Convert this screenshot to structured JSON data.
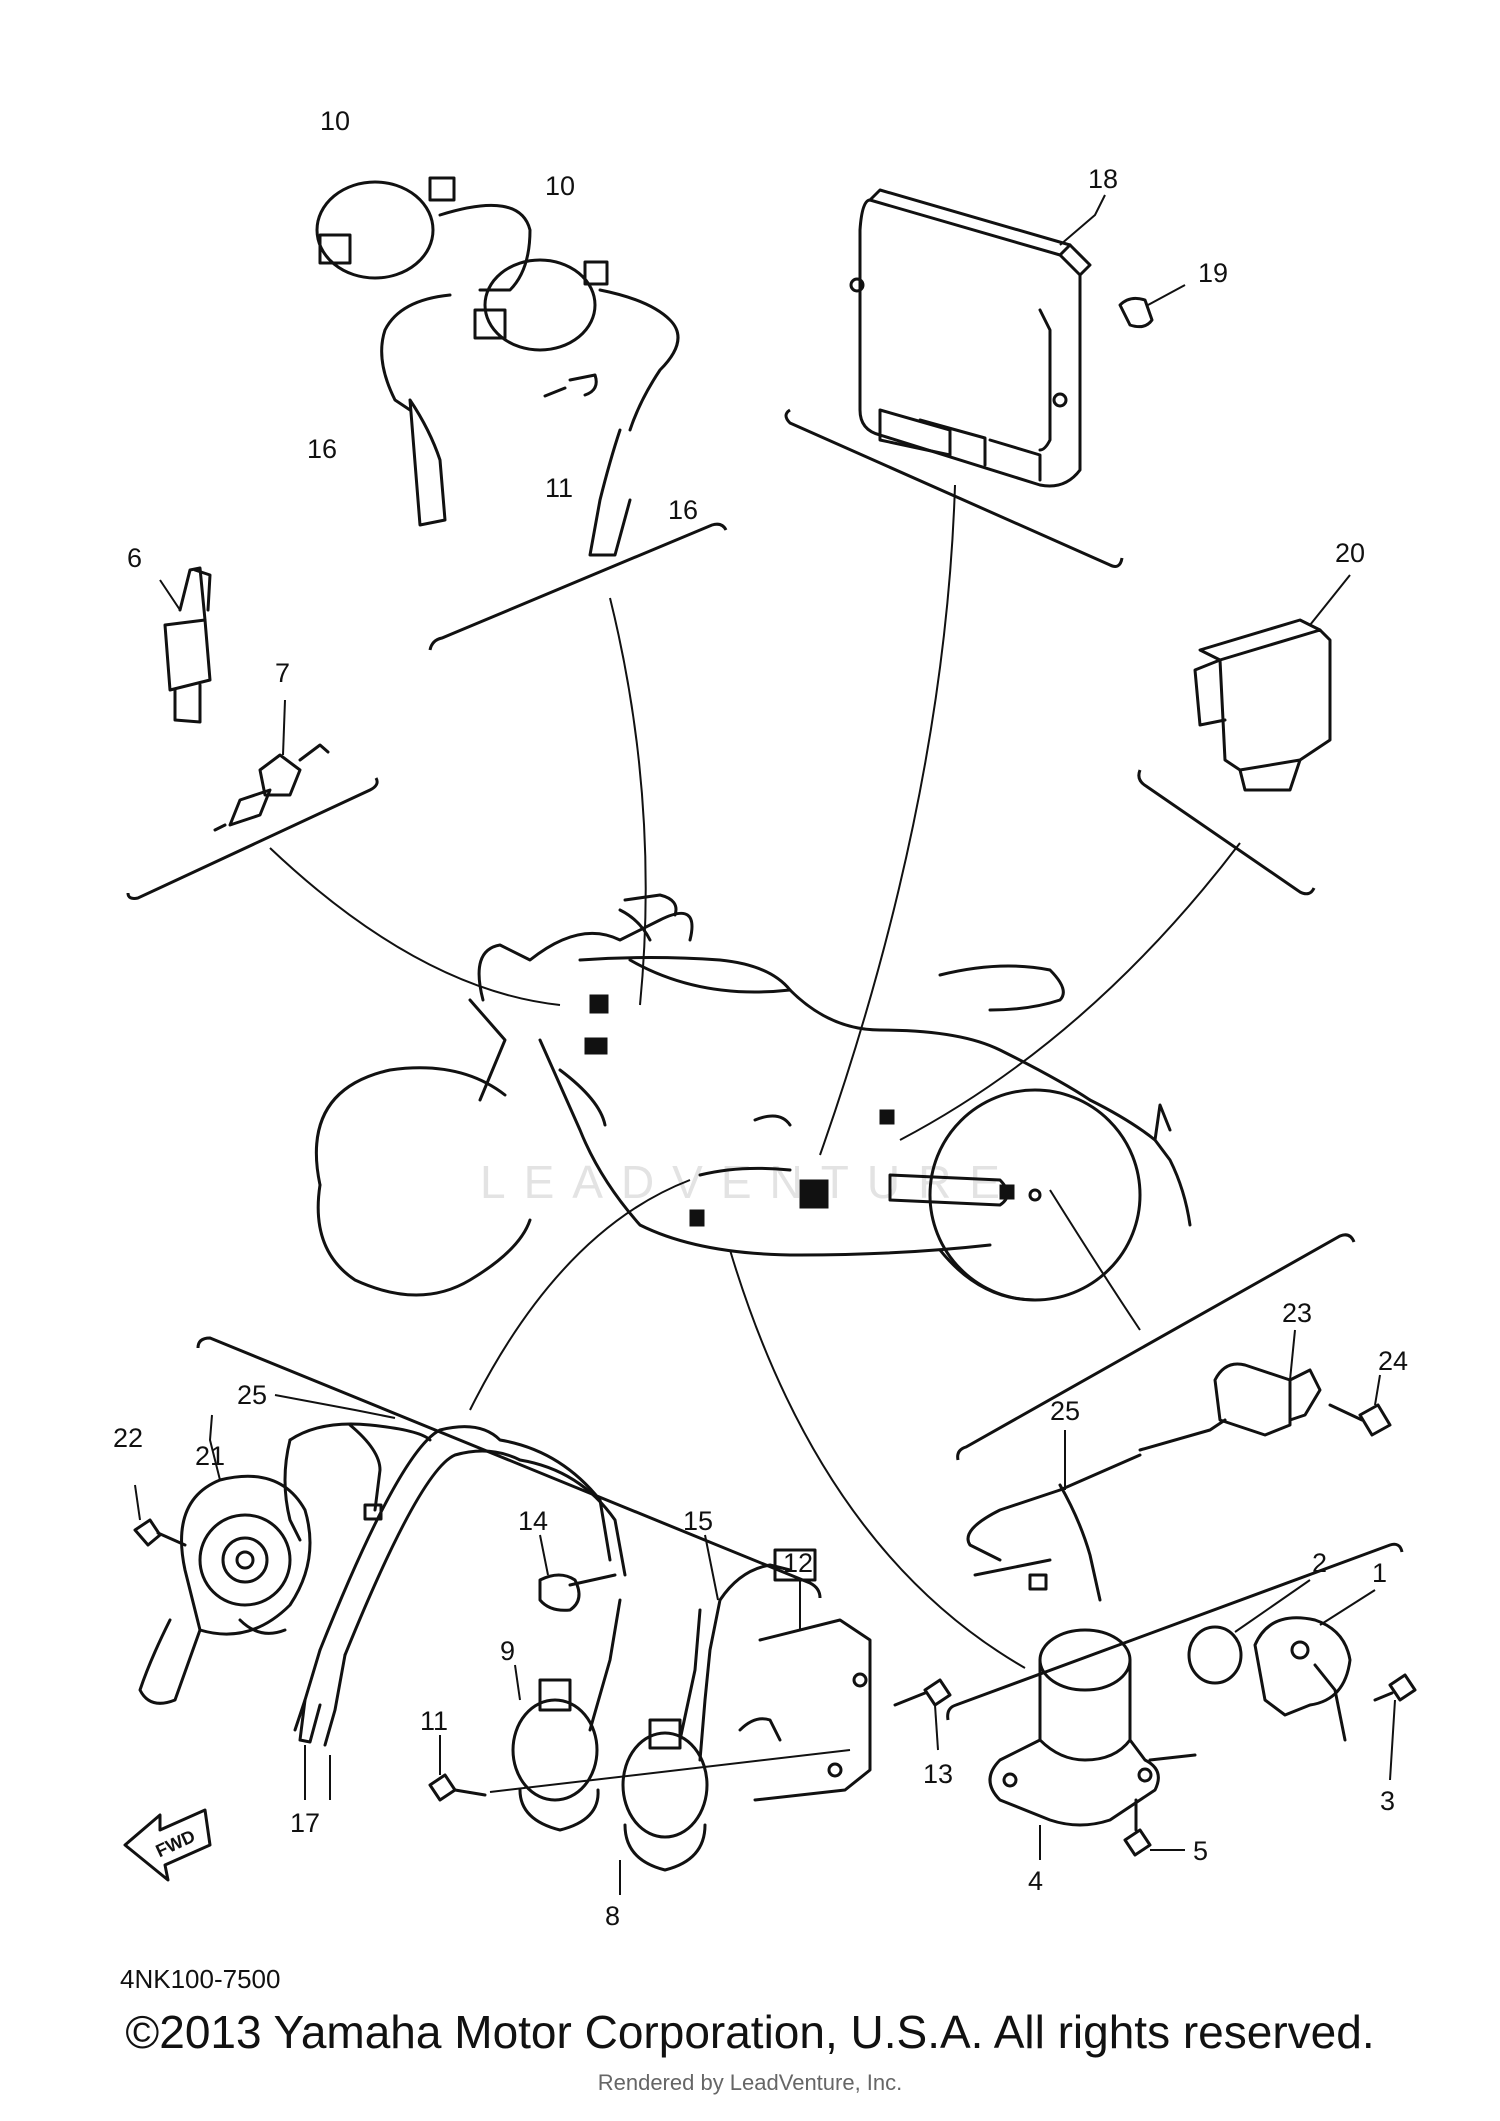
{
  "diagram": {
    "code": "4NK100-7500",
    "fwd_label": "FWD",
    "watermark": "LEADVENTURE",
    "callouts": [
      "1",
      "2",
      "3",
      "4",
      "5",
      "6",
      "7",
      "8",
      "9",
      "10",
      "11",
      "12",
      "13",
      "14",
      "15",
      "16",
      "17",
      "18",
      "19",
      "20",
      "21",
      "22",
      "23",
      "24",
      "25"
    ]
  },
  "footer": {
    "copyright": "©2013 Yamaha Motor Corporation, U.S.A. All rights reserved.",
    "rendered_by": "Rendered by LeadVenture, Inc."
  }
}
